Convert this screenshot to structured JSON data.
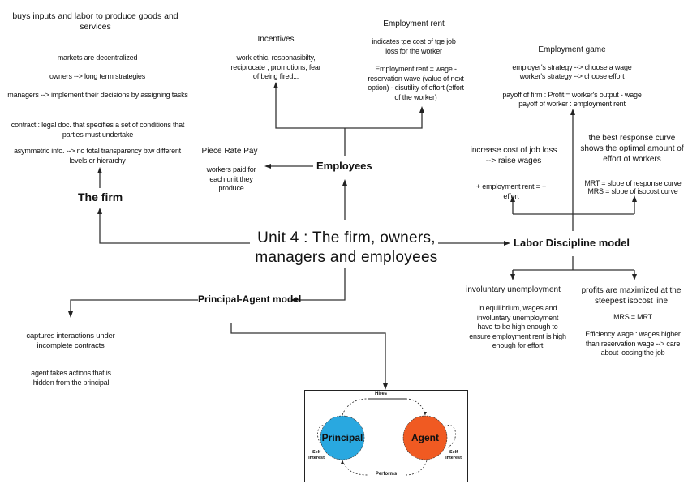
{
  "central": {
    "line1": "Unit 4 : The firm, owners,",
    "line2": "managers and employees"
  },
  "firm": {
    "title": "The firm",
    "notes": [
      "buys inputs and labor to produce goods and services",
      "markets are decentralized",
      "owners --> long term strategies",
      "managers --> implement their decisions by assigning tasks",
      "contract : legal doc. that specifies a set of conditions that parties must undertake",
      "asymmetric info. --> no total transparency btw different levels or hierarchy"
    ]
  },
  "employees": {
    "title": "Employees",
    "incentives": {
      "heading": "Incentives",
      "text": "work ethic, responasibilty, reciprocate , promotions, fear of being fired..."
    },
    "employment_rent": {
      "heading": "Employment rent",
      "text1": "indicates tge cost of tge job loss for the worker",
      "text2": "Employment rent = wage - reservation wave (value of next option) - disutility of effort (effort of the worker)"
    },
    "piece_rate": {
      "heading": "Piece Rate Pay",
      "text": "workers paid for each unit they produce"
    }
  },
  "labor_discipline": {
    "title": "Labor Discipline model",
    "employment_game": {
      "heading": "Employment game",
      "text1": "employer's strategy --> choose a wage",
      "text2": "worker's strategy --> choose effort",
      "text3": "payoff of firm : Profit = worker's output - wage",
      "text4": "payoff of worker : employment rent"
    },
    "cost_job_loss": {
      "heading": "increase cost of job loss --> raise wages",
      "text": "+ employment rent = + effort"
    },
    "best_response": {
      "heading": "the best response curve shows the optimal amount of effort of workers",
      "text1": "MRT = slope of response curve",
      "text2": "MRS = slope of isocost curve"
    },
    "involuntary": {
      "heading": "involuntary unemployment",
      "text": "in equilibrium, wages and involuntary unemployment have to be high enough to ensure employment rent is high enough for effort"
    },
    "profits": {
      "heading": "profits are maximized at the steepest isocost line",
      "text1": "MRS = MRT",
      "text2": "Efficiency wage : wages higher than reservation wage --> care about loosing the job"
    }
  },
  "principal_agent": {
    "title": "Principal-Agent model",
    "text1": "captures interactions under incomplete contracts",
    "text2": "agent takes actions that is hidden from the principal",
    "diagram": {
      "principal": "Principal",
      "agent": "Agent",
      "hires": "Hires",
      "performs": "Performs",
      "self_interest_left": "Self Interest",
      "self_interest_right": "Self Interest",
      "principal_color": "#29a8e0",
      "agent_color": "#f05a22"
    }
  }
}
